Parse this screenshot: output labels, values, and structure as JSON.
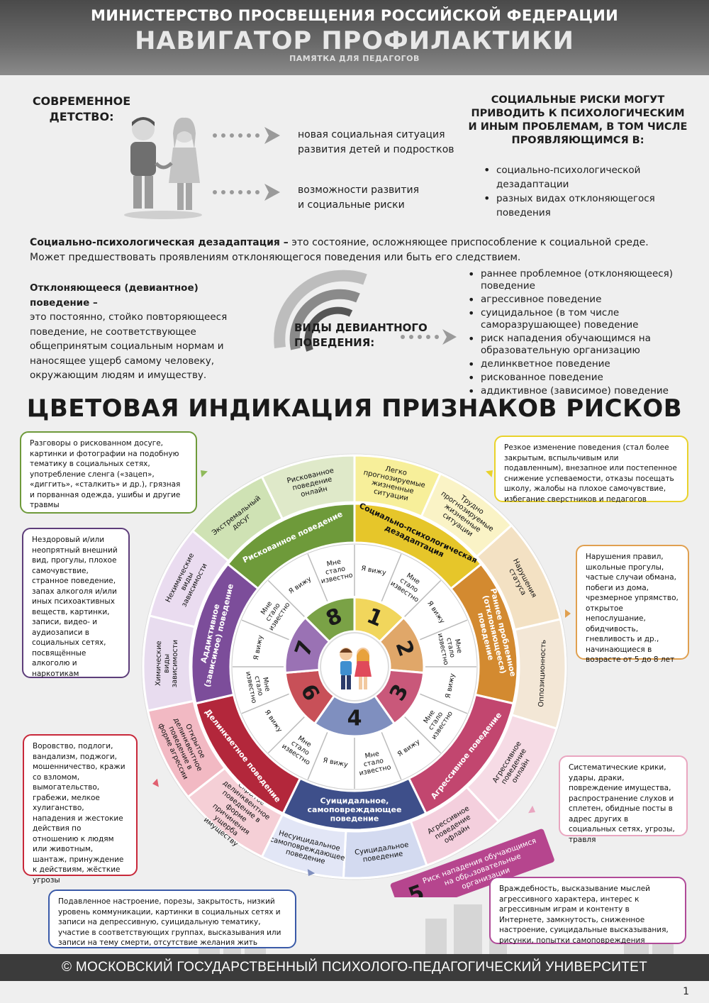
{
  "header": {
    "ministry": "МИНИСТЕРСТВО ПРОСВЕЩЕНИЯ РОССИЙСКОЙ ФЕДЕРАЦИИ",
    "title": "НАВИГАТОР ПРОФИЛАКТИКИ",
    "subtitle": "ПАМЯТКА ДЛЯ ПЕДАГОГОВ"
  },
  "childhood": {
    "heading_line1": "СОВРЕМЕННОЕ",
    "heading_line2": "ДЕТСТВО:",
    "item1_line1": "новая социальная ситуация",
    "item1_line2": "развития детей и подростков",
    "item2_line1": "возможности развития",
    "item2_line2": "и социальные риски"
  },
  "risks": {
    "heading": [
      "СОЦИАЛЬНЫЕ РИСКИ МОГУТ",
      "ПРИВОДИТЬ К ПСИХОЛОГИЧЕСКИМ",
      "И ИНЫМ ПРОБЛЕМАМ, В ТОМ ЧИСЛЕ",
      "ПРОЯВЛЯЮЩИМСЯ В:"
    ],
    "items": [
      "социально-психологической дезадаптации",
      "разных видах отклоняющегося поведения"
    ]
  },
  "definitions": {
    "dezadapt_term": "Социально-психологическая дезадаптация –",
    "dezadapt_text": " это состояние, осложняющее приспособление к социальной среде. Может предшествовать проявлениям отклоняющегося поведения или быть его следствием.",
    "deviant_term": "Отклоняющееся (девиантное) поведение –",
    "deviant_text": "это постоянно, стойко повторяющееся поведение, не соответствующее общепринятым социальным нормам и наносящее ущерб самому человеку, окружающим людям и имуществу."
  },
  "deviant_types": {
    "label_line1": "ВИДЫ ДЕВИАНТНОГО",
    "label_line2": "ПОВЕДЕНИЯ:",
    "items": [
      "раннее проблемное (отклоняющееся) поведение",
      "агрессивное поведение",
      "суицидальное (в том числе саморазрушающее) поведение",
      "риск нападения обучающимся на образовательную организацию",
      "делинкветное поведение",
      "рискованное поведение",
      "аддиктивное (зависимое) поведение"
    ]
  },
  "section_title": "ЦВЕТОВАЯ ИНДИКАЦИЯ ПРИЗНАКОВ РИСКОВ",
  "colors": {
    "green": "#6e9a3a",
    "yellow": "#e9c52c",
    "orange": "#d18a2c",
    "pink": "#c2466f",
    "navy": "#3e4f8a",
    "red": "#b3273b",
    "purple": "#7c4d9a"
  },
  "wheel": {
    "sectors": [
      {
        "num": "1",
        "color": "#f1d65c"
      },
      {
        "num": "2",
        "color": "#e0a769"
      },
      {
        "num": "3",
        "color": "#c9587a"
      },
      {
        "num": "4",
        "color": "#7f8fbf"
      },
      {
        "num": "5",
        "color": "#b6458e"
      },
      {
        "num": "6",
        "color": "#c85058"
      },
      {
        "num": "7",
        "color": "#9a72b4"
      },
      {
        "num": "8",
        "color": "#7aa246"
      }
    ],
    "mid_labels": [
      "Я вижу",
      "Мне стало известно"
    ],
    "band": [
      "Рискованное поведение",
      "Социально-психологическая дезадаптация",
      "Раннее проблемное (отклоняющееся) поведение",
      "Агрессивное поведение",
      "Суицидальное, самоповреждающее поведение",
      "Делинкветное поведение",
      "Аддиктивное (зависимое) поведение"
    ],
    "outer": [
      "Рискованное поведение онлайн",
      "Легко прогнозируемые жизненные ситуации",
      "Трудно прогнозируемые жизненные ситуации",
      "Нарушения статуса",
      "Оппозиционность",
      "Агрессивное поведение онлайн",
      "Агрессивное поведение офлайн",
      "Суицидальное поведение",
      "Несуицидальное самоповреждающее поведение",
      "Скрытое делинквентное поведение в форме причинения ущерба имуществу",
      "Открытое делинквентное поведение в форме агрессии",
      "Химические виды зависимости",
      "Нехимические виды зависимости",
      "Экстремальный досуг"
    ],
    "tab5_num": "5",
    "tab5_text": "Риск нападения обучающимся на образовательные организации"
  },
  "boxes": {
    "green": "Разговоры о рискованном досуге, картинки и фотографии на подобную тематику в социальных сетях, употребление сленга («зацеп», «диггить», «сталкить» и др.), грязная и порванная одежда, ушибы и другие травмы",
    "yellow": "Резкое изменение поведения (стал более закрытым, вспыльчивым или подавленным), внезапное или постепенное снижение успеваемости, отказы посещать школу, жалобы на плохое самочувствие, избегание сверстников и педагогов",
    "purple": "Нездоровый и/или неопрятный внешний вид, прогулы, плохое самочувствие, странное поведение, запах алкоголя и/или иных психоактивных веществ, картинки, записи, видео- и аудиозаписи в социальных сетях, посвящённые алкоголю и наркотикам",
    "orange": "Нарушения правил, школьные прогулы, частые случаи обмана, побеги из дома, чрезмерное упрямство, открытое непослушание, обидчивость, гневливость и др., начинающиеся в возрасте от 5 до 8 лет",
    "red": "Воровство, подлоги, вандализм, поджоги, мошенничество, кражи со взломом, вымогательство, грабежи, мелкое хулиганство, нападения и жестокие действия по отношению к людям или животным, шантаж, принуждение к действиям, жёсткие угрозы",
    "pink": "Систематические крики, удары, драки, повреждение имущества, распространение слухов и сплетен, обидные посты в адрес других в социальных сетях, угрозы, травля",
    "blue": "Подавленное настроение, порезы, закрытость, низкий уровень коммуникации, картинки в социальных сетях и записи на депрессивную, суицидальную тематику, участие в соответствующих группах, высказывания или записи на тему смерти, отсутствие желания жить",
    "magenta": "Враждебность, высказывание мыслей агрессивного характера, интерес к агрессивным играм и контенту в Интернете, замкнутость, сниженное настроение, суицидальные высказывания, рисунки, попытки самоповреждения"
  },
  "footer": "© МОСКОВСКИЙ ГОСУДАРСТВЕННЫЙ ПСИХОЛОГО-ПЕДАГОГИЧЕСКИЙ УНИВЕРСИТЕТ",
  "page_number": "1"
}
